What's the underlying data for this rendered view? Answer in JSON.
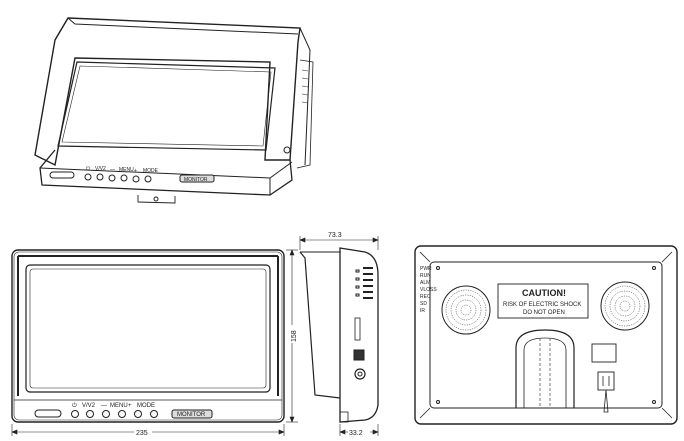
{
  "dimensions": {
    "front_width": "235",
    "front_height": "158",
    "side_depth_top": "73.3",
    "side_depth_bottom": "33.2"
  },
  "front_panel_labels": {
    "power": "⏻",
    "v1v2": "V/V2",
    "minus": "—",
    "menu": "MENU",
    "plus": "+",
    "mode": "MODE",
    "brand": "MONITOR"
  },
  "iso_panel_labels": {
    "power": "⏻",
    "v1v2": "V/V2",
    "minus": "—",
    "menu": "MENU",
    "plus": "+",
    "mode": "MODE",
    "brand": "MONITOR"
  },
  "rear_indicators": [
    "PWR",
    "RUN",
    "ALM",
    "VLOSS",
    "REC",
    "SD",
    "IR"
  ],
  "caution": {
    "title": "CAUTION!",
    "line1": "RISK OF ELECTRIC SHOCK",
    "line2": "DO NOT OPEN"
  }
}
